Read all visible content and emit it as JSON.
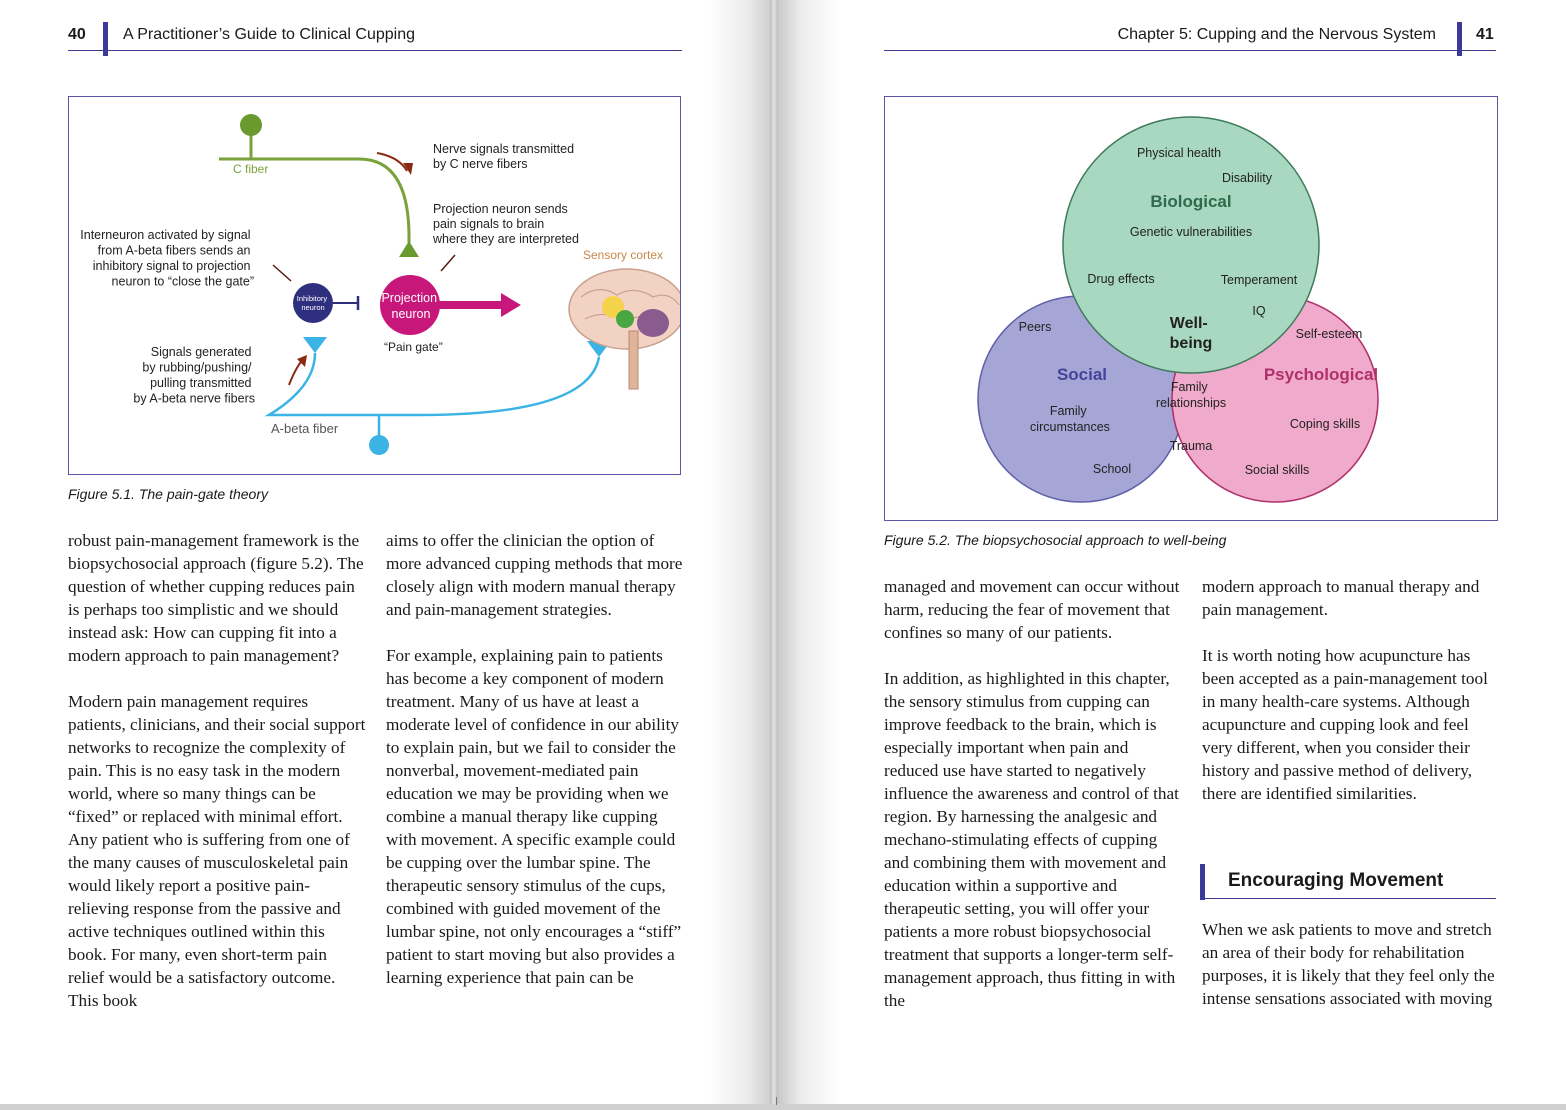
{
  "left_page": {
    "page_number": "40",
    "header_title": "A Practitioner’s Guide to Clinical Cupping",
    "figure": {
      "labels": {
        "c_fiber": "C fiber",
        "nerve_signals": [
          "Nerve signals transmitted",
          "by C nerve fibers"
        ],
        "projection_sends": [
          "Projection neuron sends",
          "pain signals to brain",
          "where they are interpreted"
        ],
        "interneuron": [
          "Interneuron activated by signal",
          "from A-beta fibers sends an",
          "inhibitory signal to projection",
          "neuron to “close the gate”"
        ],
        "inhibitory_neuron": [
          "Inhibitory",
          "neuron"
        ],
        "projection_neuron": [
          "Projection",
          "neuron"
        ],
        "pain_gate": "“Pain gate”",
        "sensory_cortex": "Sensory cortex",
        "signals_generated": [
          "Signals generated",
          "by rubbing/pushing/",
          "pulling transmitted",
          "by A-beta nerve fibers"
        ],
        "a_beta_fiber": "A-beta fiber"
      },
      "caption": "Figure 5.1.  The pain-gate theory"
    },
    "columns": [
      [
        "robust pain-management framework is the biopsychosocial approach (figure 5.2). The question of whether cupping reduces pain is perhaps too simplistic and we should instead ask: How can cupping fit into a modern approach to pain management?",
        "Modern pain management requires patients, clinicians, and their social support networks to recognize the complexity of pain. This is no easy task in the modern world, where so many things can be “fixed” or replaced with minimal effort. Any patient who is suffering from one of the many causes of musculoskeletal pain would likely report a positive pain-relieving response from the passive and active techniques outlined within this book. For many, even short-term pain relief would be a satisfactory outcome. This book"
      ],
      [
        "aims to offer the clinician the option of more advanced cupping methods that more closely align with modern manual therapy and pain-management strategies.",
        "For example, explaining pain to patients has become a key component of modern treatment. Many of us have at least a moderate level of confidence in our ability to explain pain, but we fail to consider the nonverbal, movement-mediated pain education we may be providing when we combine a manual therapy like cupping with movement. A specific example could be cupping over the lumbar spine. The therapeutic sensory stimulus of the cups, combined with guided movement of the lumbar spine, not only encourages a “stiff” patient to start moving but also provides a learning experience that pain can be"
      ]
    ]
  },
  "right_page": {
    "page_number": "41",
    "header_title": "Chapter 5: Cupping and the Nervous System",
    "figure": {
      "circles": {
        "biological": {
          "label": "Biological",
          "color": "#a8d8bf"
        },
        "social": {
          "label": "Social",
          "color": "#a6a6d6"
        },
        "psychological": {
          "label": "Psychological",
          "color": "#f0aacb"
        }
      },
      "labels": {
        "physical_health": "Physical health",
        "disability": "Disability",
        "genetic": "Genetic vulnerabilities",
        "drug_effects": "Drug effects",
        "temperament": "Temperament",
        "iq": "IQ",
        "peers": "Peers",
        "wellbeing": [
          "Well-",
          "being"
        ],
        "self_esteem": "Self-esteem",
        "family_relationships": [
          "Family",
          "relationships"
        ],
        "family_circumstances": [
          "Family",
          "circumstances"
        ],
        "coping_skills": "Coping skills",
        "trauma": "Trauma",
        "school": "School",
        "social_skills": "Social skills"
      },
      "caption": "Figure 5.2.  The biopsychosocial approach to well-being"
    },
    "columns": [
      [
        "managed and movement can occur without harm, reducing the fear of movement that confines so many of our patients.",
        "In addition, as highlighted in this chapter, the sensory stimulus from cupping can improve feedback to the brain, which is especially important when pain and reduced use have started to negatively influence the awareness and control of that region. By harnessing the analgesic and mechano-stimulating effects of cupping and combining them with movement and education within a supportive and therapeutic setting, you will offer your patients a more robust biopsychosocial treatment that supports a longer-term self-management approach, thus fitting in with the"
      ],
      [
        "modern approach to manual therapy and pain management.",
        "It is worth noting how acupuncture has been accepted as a pain-management tool in many health-care systems. Although acupuncture and cupping look and feel very different, when you consider their history and passive method of delivery, there are identified similarities."
      ]
    ],
    "section_heading": "Encouraging Movement",
    "after_heading": "When we ask patients to move and stretch an area of their body for rehabilitation purposes, it is likely that they feel only the intense sensations associated with moving"
  }
}
